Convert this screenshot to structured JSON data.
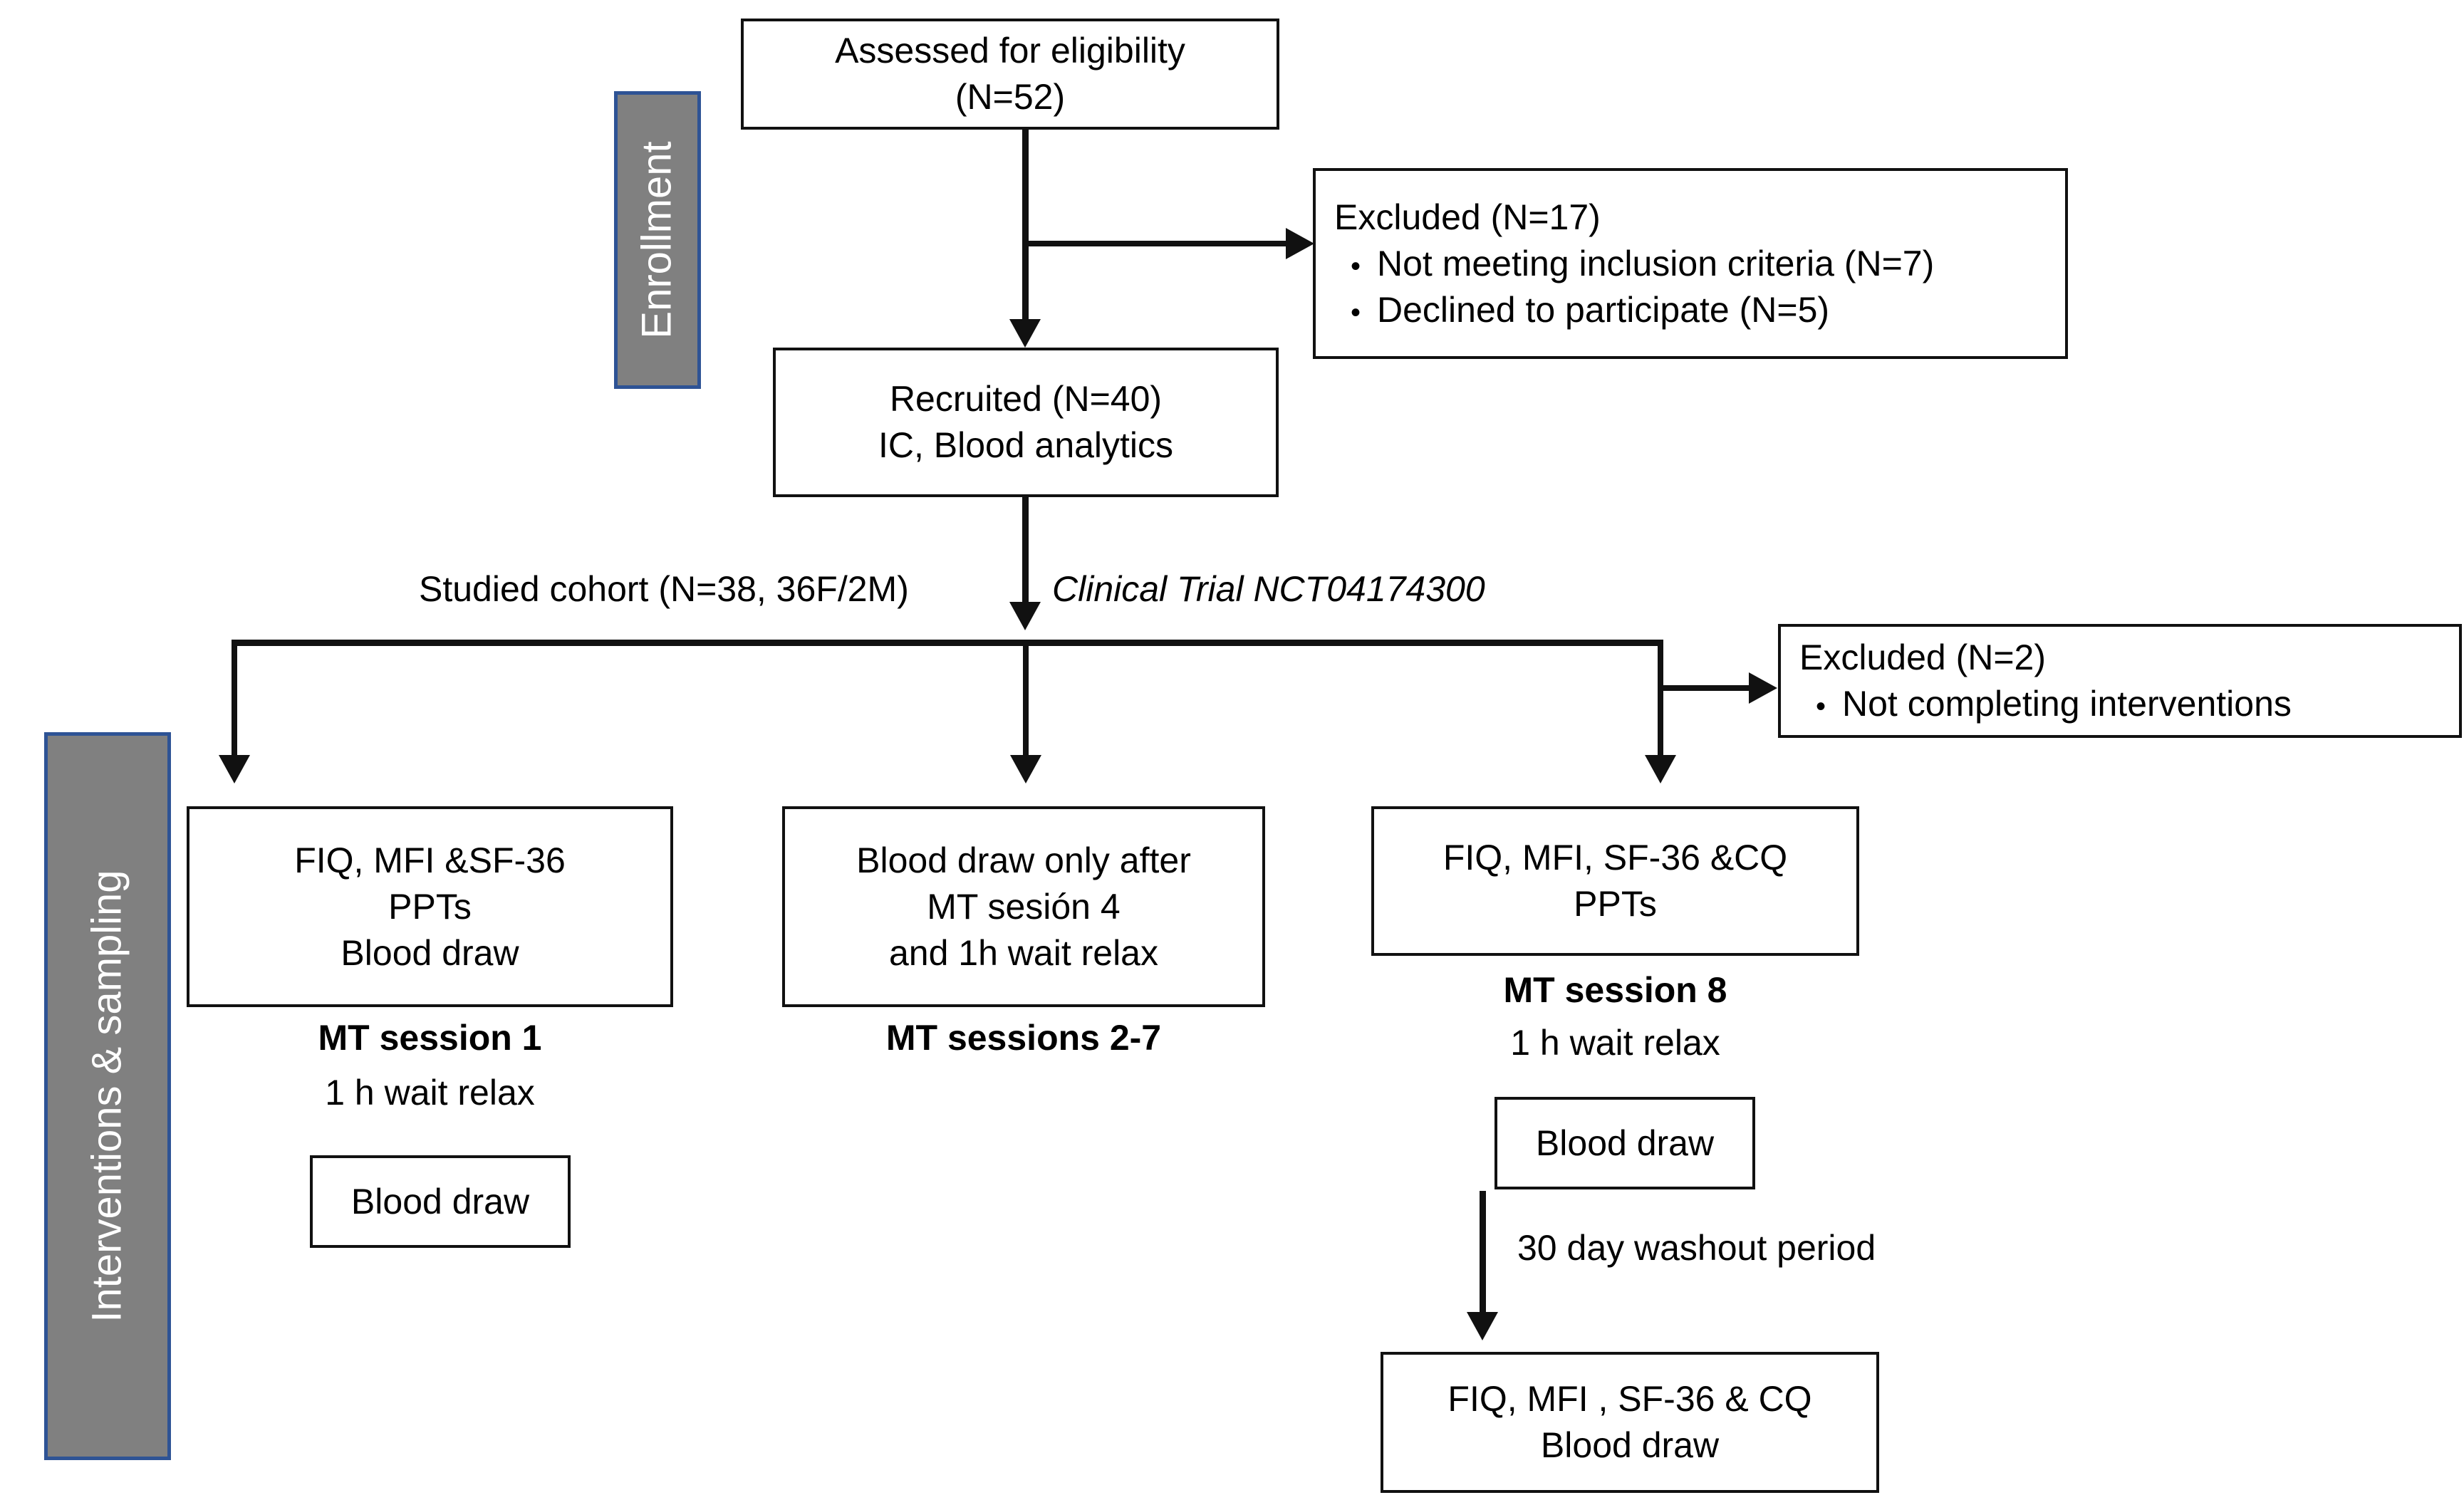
{
  "figure": {
    "type": "consort-flow-diagram",
    "colors": {
      "banner_fill": "#808080",
      "banner_border": "#2E5395",
      "banner_text": "#FFFFFF",
      "node_border": "#111111",
      "node_fill": "#FFFFFF",
      "text": "#000000"
    }
  },
  "phases": [
    {
      "id": "enrollment",
      "label": "Enrollment"
    },
    {
      "id": "interventions",
      "label": "Interventions & sampling"
    }
  ],
  "nodes": {
    "assessed": {
      "lines": [
        "Assessed for eligibility",
        "(N=52)"
      ]
    },
    "excluded_1": {
      "heading": "Excluded (N=17)",
      "bullets": [
        "Not meeting inclusion criteria (N=7)",
        "Declined to participate (N=5)"
      ],
      "bullet_glyph": "•"
    },
    "recruited": {
      "lines": [
        "Recruited (N=40)",
        "IC, Blood analytics"
      ]
    },
    "excluded_2": {
      "heading": "Excluded (N=2)",
      "bullets": [
        "Not completing interventions"
      ],
      "bullet_glyph": "•"
    },
    "arm1_box": {
      "lines": [
        "FIQ, MFI &SF-36",
        "PPTs",
        "Blood draw"
      ]
    },
    "arm2_box": {
      "lines": [
        "Blood draw only after",
        "MT sesión 4",
        "and 1h wait relax"
      ]
    },
    "arm3_box": {
      "lines": [
        "FIQ, MFI, SF-36 &CQ",
        "PPTs"
      ]
    },
    "arm1_blood_draw": {
      "lines": [
        "Blood draw"
      ]
    },
    "arm3_blood_draw": {
      "lines": [
        "Blood draw"
      ]
    },
    "followup_box": {
      "lines": [
        "FIQ, MFI , SF-36 & CQ",
        "Blood draw"
      ]
    }
  },
  "captions": {
    "studied_cohort": "Studied cohort (N=38, 36F/2M)",
    "clinical_trial": "Clinical Trial NCT04174300",
    "arm1_session": "MT session 1",
    "arm1_wait": "1 h wait relax",
    "arm2_session": "MT sessions 2-7",
    "arm3_session": "MT session 8",
    "arm3_wait": "1 h wait relax",
    "washout": "30 day washout period"
  }
}
